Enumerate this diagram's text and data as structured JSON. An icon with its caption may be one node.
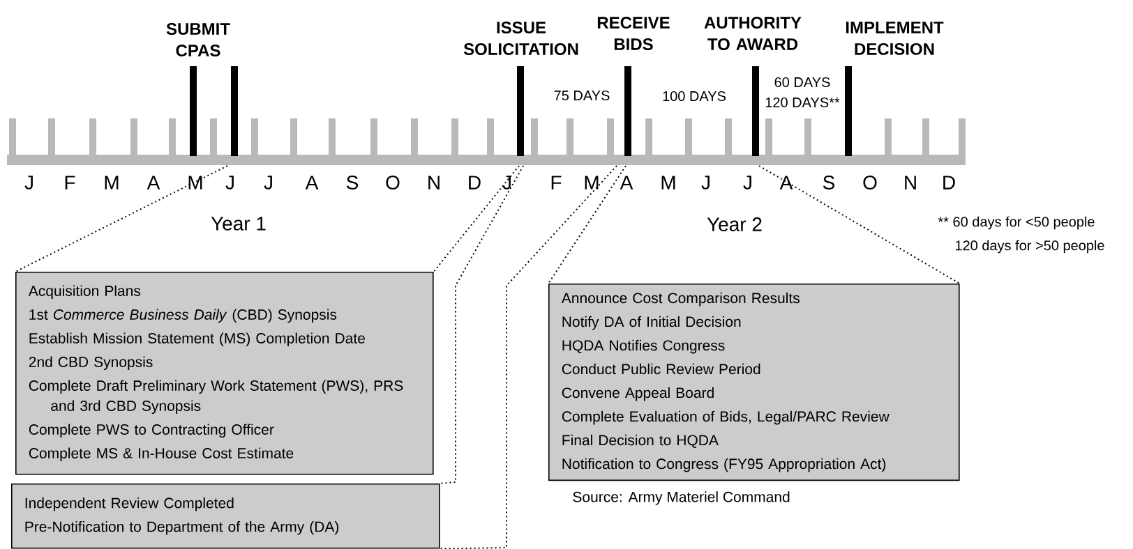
{
  "diagram": {
    "nodes": [
      {
        "text": [
          "Acquisition Plans",
          "1st *Commerce Business Daily* (CBD) Synopsis",
          "Establish Mission Statement (MS) Completion Date",
          "2nd CBD Synopsis",
          "Complete Draft Preliminary Work Statement (PWS), PRS and 3rd CBD Synopsis",
          "Complete PWS to Contracting Officer",
          "Complete MS & In-House Cost Estimate"
        ]
      },
      {
        "text": [
          "Independent Review Completed",
          "Pre-Notification to Department of the Army (DA)"
        ]
      },
      {
        "text": [
          "Announce Cost Comparison Results",
          "Notify DA of Initial Decision",
          "HQDA Notifies Congress",
          "Conduct Public Review Period",
          "Convene Appeal Board",
          "Complete Evaluation of Bids, Legal/PARC Review",
          "Final Decision to HQDA",
          "Notification to Congress (FY95 Appropriation Act)"
        ]
      }
    ],
    "edges": [
      {
        "from": null,
        "to": 0,
        "arrow": "none",
        "style": "dashed"
      },
      {
        "from": null,
        "to": 0,
        "arrow": "none",
        "style": "dashed"
      },
      {
        "from": null,
        "to": 1,
        "arrow": "none",
        "style": "dashed"
      },
      {
        "from": null,
        "to": 1,
        "arrow": "none",
        "style": "dashed"
      },
      {
        "from": null,
        "to": 2,
        "arrow": "none",
        "style": "dashed"
      },
      {
        "from": null,
        "to": 2,
        "arrow": "none",
        "style": "dashed"
      }
    ],
    "labels": [
      "SUBMIT CPAS",
      "ISSUE SOLICITATION",
      "RECEIVE BIDS",
      "AUTHORITY TO AWARD",
      "IMPLEMENT DECISION",
      "75 DAYS",
      "100 DAYS",
      "60 DAYS",
      "120 DAYS**",
      "J",
      "F",
      "M",
      "A",
      "M",
      "J",
      "J",
      "A",
      "S",
      "O",
      "N",
      "D",
      "J",
      "F",
      "M",
      "A",
      "M",
      "J",
      "J",
      "A",
      "S",
      "O",
      "N",
      "D",
      "Year 1",
      "Year 2",
      "** 60 days for <50 people",
      "120 days for >50 people",
      "Source: Army Materiel Command"
    ]
  }
}
